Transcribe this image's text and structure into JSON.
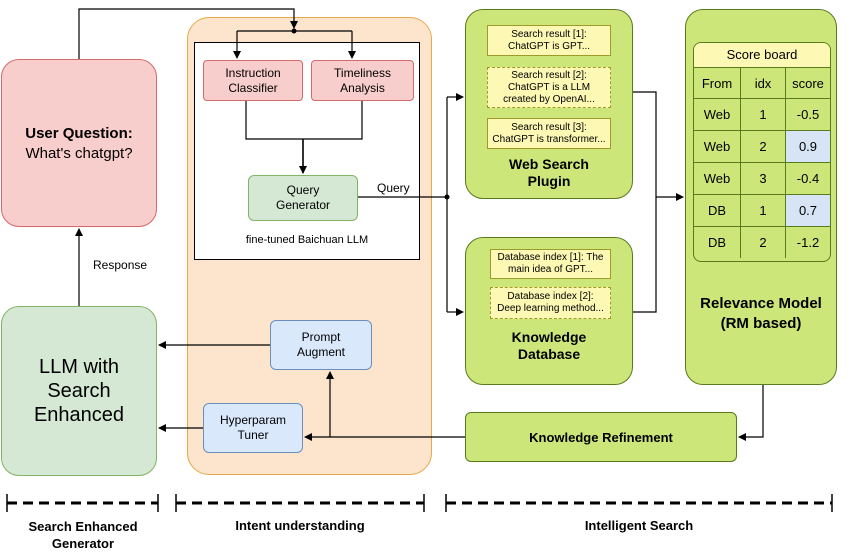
{
  "user_question": {
    "title": "User Question:",
    "text": "What's chatgpt?"
  },
  "llm": {
    "label": "LLM with Search Enhanced"
  },
  "response_label": "Response",
  "intent": {
    "instruction_classifier": "Instruction Classifier",
    "timeliness_analysis": "Timeliness Analysis",
    "query_generator": "Query Generator",
    "finetuned_label": "fine-tuned Baichuan LLM",
    "prompt_augment": "Prompt Augment",
    "hyperparam_tuner": "Hyperparam Tuner"
  },
  "query_label": "Query",
  "web_search": {
    "title": "Web Search Plugin",
    "results": [
      "Search result [1]: ChatGPT is GPT...",
      "Search result [2]: ChatGPT is a LLM created by OpenAI...",
      "Search result [3]: ChatGPT is transformer..."
    ]
  },
  "knowledge_db": {
    "title": "Knowledge Database",
    "items": [
      "Database index [1]: The main idea of GPT...",
      "Database index [2]: Deep learning method..."
    ]
  },
  "score_board": {
    "title": "Score board",
    "headers": [
      "From",
      "idx",
      "score"
    ],
    "rows": [
      {
        "from": "Web",
        "idx": "1",
        "score": "-0.5"
      },
      {
        "from": "Web",
        "idx": "2",
        "score": "0.9"
      },
      {
        "from": "Web",
        "idx": "3",
        "score": "-0.4"
      },
      {
        "from": "DB",
        "idx": "1",
        "score": "0.7"
      },
      {
        "from": "DB",
        "idx": "2",
        "score": "-1.2"
      }
    ],
    "highlight_color": "#d6e4f5"
  },
  "relevance_model": "Relevance Model (RM based)",
  "knowledge_refinement": "Knowledge Refinement",
  "sections": {
    "generator": "Search Enhanced Generator",
    "intent": "Intent understanding",
    "search": "Intelligent Search"
  },
  "colors": {
    "red_fill": "#f8cecc",
    "red_border": "#d46a6a",
    "green_fill": "#d5e8d4",
    "green_border": "#82b366",
    "lime_fill": "#cde67a",
    "lime_border": "#5a7a1e",
    "orange_fill": "#fde4cc",
    "orange_border": "#e5a84a",
    "blue_fill": "#dae8fc",
    "blue_border": "#6c8ebf",
    "yellow_fill": "#fdf8b4"
  }
}
